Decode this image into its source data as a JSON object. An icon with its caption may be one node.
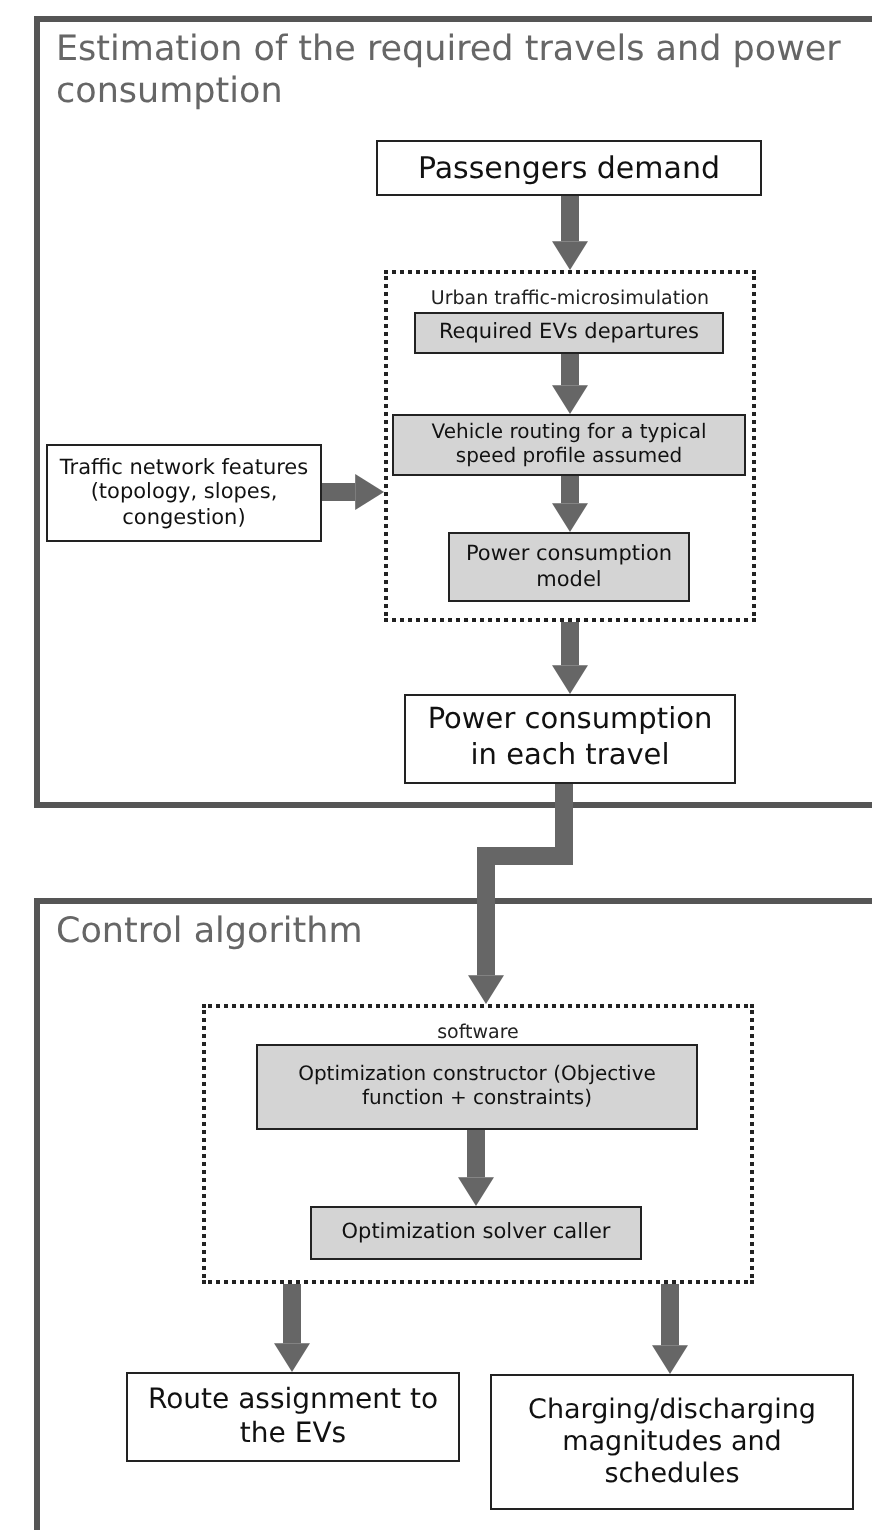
{
  "diagram": {
    "nodes": [
      {
        "text": [
          "Estimation of the required travels and power consumption"
        ]
      },
      {
        "text": [
          "Passengers demand"
        ],
        "in": 0
      },
      {
        "text": [
          "Urban traffic-microsimulation"
        ],
        "in": 0
      },
      {
        "text": [
          "Required EVs departures"
        ],
        "in": 2
      },
      {
        "text": [
          "Vehicle routing for a typical speed profile assumed"
        ],
        "in": 2
      },
      {
        "text": [
          "Power consumption model"
        ],
        "in": 2
      },
      {
        "text": [
          "Traffic network features (topology, slopes, congestion)"
        ],
        "in": 0
      },
      {
        "text": [
          "Power consumption in each travel"
        ],
        "in": 0
      },
      {
        "text": [
          "Control algorithm"
        ]
      },
      {
        "text": [
          "software"
        ],
        "in": 8
      },
      {
        "text": [
          "Optimization constructor (Objective function + constraints)"
        ],
        "in": 9
      },
      {
        "text": [
          "Optimization solver caller"
        ],
        "in": 9
      },
      {
        "text": [
          "Route assignment to the EVs"
        ],
        "in": 8
      },
      {
        "text": [
          "Charging/discharging magnitudes and schedules"
        ],
        "in": 8
      }
    ],
    "edges": [
      {
        "from": 1,
        "to": 2,
        "arrow": "to"
      },
      {
        "from": 3,
        "to": 4,
        "arrow": "to"
      },
      {
        "from": 4,
        "to": 5,
        "arrow": "to"
      },
      {
        "from": 6,
        "to": 2,
        "arrow": "to"
      },
      {
        "from": 2,
        "to": 7,
        "arrow": "to"
      },
      {
        "from": 7,
        "to": 9,
        "arrow": "to"
      },
      {
        "from": 10,
        "to": 11,
        "arrow": "to"
      },
      {
        "from": 9,
        "to": 12,
        "arrow": "to"
      },
      {
        "from": 9,
        "to": 13,
        "arrow": "to"
      }
    ]
  }
}
